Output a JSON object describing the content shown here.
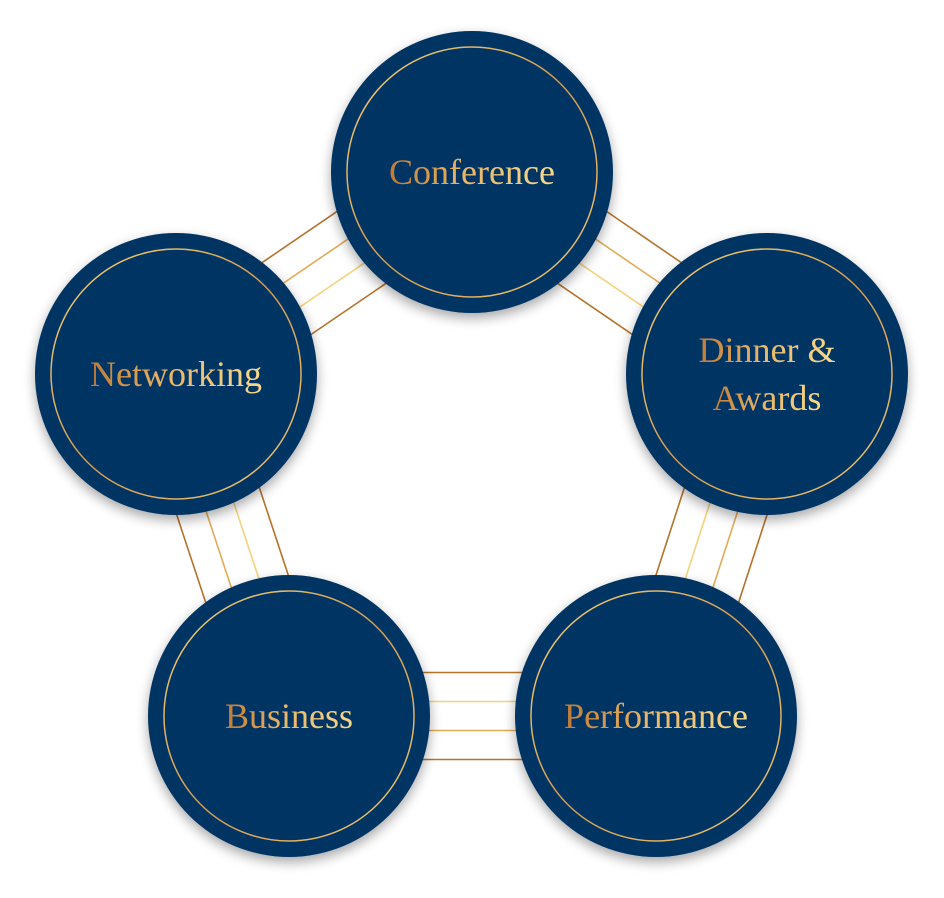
{
  "diagram": {
    "nodes": [
      {
        "id": "conference",
        "lines": [
          "Conference"
        ]
      },
      {
        "id": "dinner-awards",
        "lines": [
          "Dinner &",
          "Awards"
        ]
      },
      {
        "id": "performance",
        "lines": [
          "Performance"
        ]
      },
      {
        "id": "business",
        "lines": [
          "Business"
        ]
      },
      {
        "id": "networking",
        "lines": [
          "Networking"
        ]
      }
    ],
    "connections": [
      [
        "conference",
        "dinner-awards"
      ],
      [
        "dinner-awards",
        "performance"
      ],
      [
        "performance",
        "business"
      ],
      [
        "business",
        "networking"
      ],
      [
        "networking",
        "conference"
      ]
    ],
    "colors": {
      "circle_fill": "#023463",
      "gold_light": "#f5d27a",
      "gold_mid": "#e3aa55",
      "gold_dark": "#b5722c"
    }
  }
}
